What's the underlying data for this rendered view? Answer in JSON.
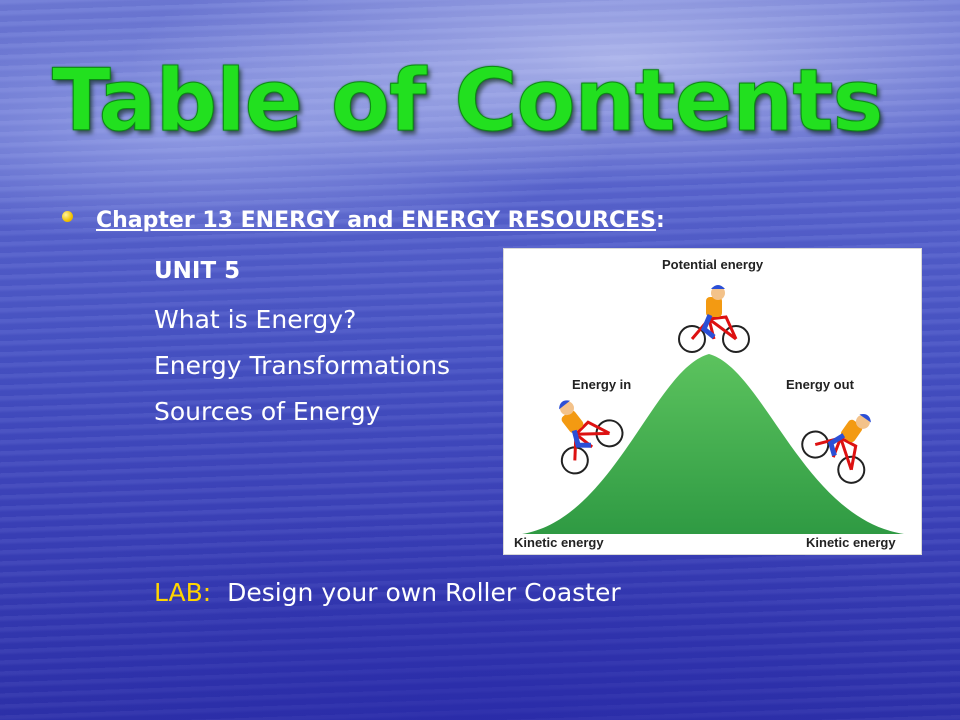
{
  "slide": {
    "title": "Table of Contents",
    "chapter": {
      "label": "Chapter 13  ENERGY and ENERGY RESOURCES",
      "suffix": ":"
    },
    "lines": [
      "UNIT 5",
      "What is Energy?",
      "Energy Transformations",
      "Sources of Energy"
    ],
    "lab": {
      "key": "LAB:",
      "text": "  Design your own Roller Coaster"
    }
  },
  "figure": {
    "labels": {
      "top": "Potential energy",
      "left": "Energy in",
      "right": "Energy out",
      "bottom_left": "Kinetic energy",
      "bottom_right": "Kinetic energy"
    }
  },
  "colors": {
    "title_green": "#22e01f",
    "bullet": "#f2c200",
    "lab_yellow": "#ffd400",
    "hill_green": "#3fa84a",
    "background_blue": "#4752c4"
  }
}
